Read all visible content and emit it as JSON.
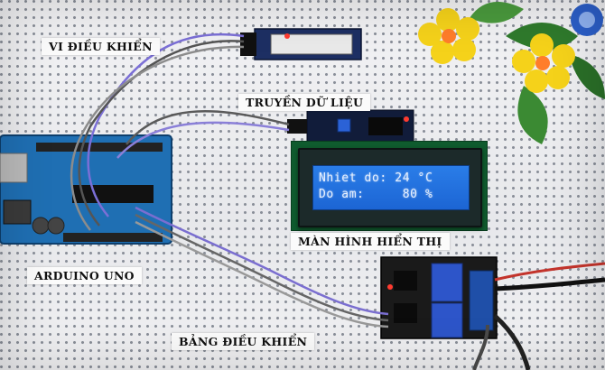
{
  "labels": {
    "microcontroller": "VI ĐIỀU KHIỂN",
    "transmission": "TRUYỀN DỮ LIỆU",
    "display": "MÀN HÌNH HIỂN THỊ",
    "arduino": "ARDUINO UNO",
    "control_board": "BẢNG ĐIỀU KHIỂN"
  },
  "lcd": {
    "line1": "Nhiet do: 24 °C",
    "line2": "Do am:     80 %"
  },
  "colors": {
    "arduino": "#1f6fb3",
    "relay": "#1a1a1a",
    "relay_block": "#2d55c9",
    "lcd_backlight": "#2a7de8",
    "flower_yellow": "#f5d21a"
  }
}
